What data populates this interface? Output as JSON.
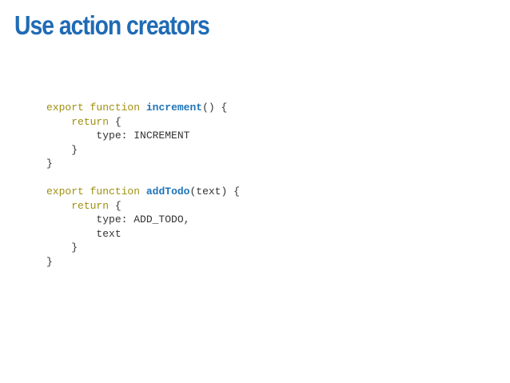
{
  "slide": {
    "title": "Use action creators",
    "code": {
      "increment": {
        "kw_export": "export",
        "kw_function": "function",
        "name": "increment",
        "signature": "() {",
        "kw_return": "return",
        "return_open": " {",
        "type_line": "type: INCREMENT",
        "inner_close": "}",
        "outer_close": "}"
      },
      "add_todo": {
        "kw_export": "export",
        "kw_function": "function",
        "name": "addTodo",
        "signature": "(text) {",
        "kw_return": "return",
        "return_open": " {",
        "type_line": "type: ADD_TODO,",
        "text_line": "text",
        "inner_close": "}",
        "outer_close": "}"
      }
    },
    "colors": {
      "title": "#1f6bb5",
      "keyword": "#a0900f",
      "function_name": "#1f74b8",
      "code_text": "#333333"
    }
  }
}
